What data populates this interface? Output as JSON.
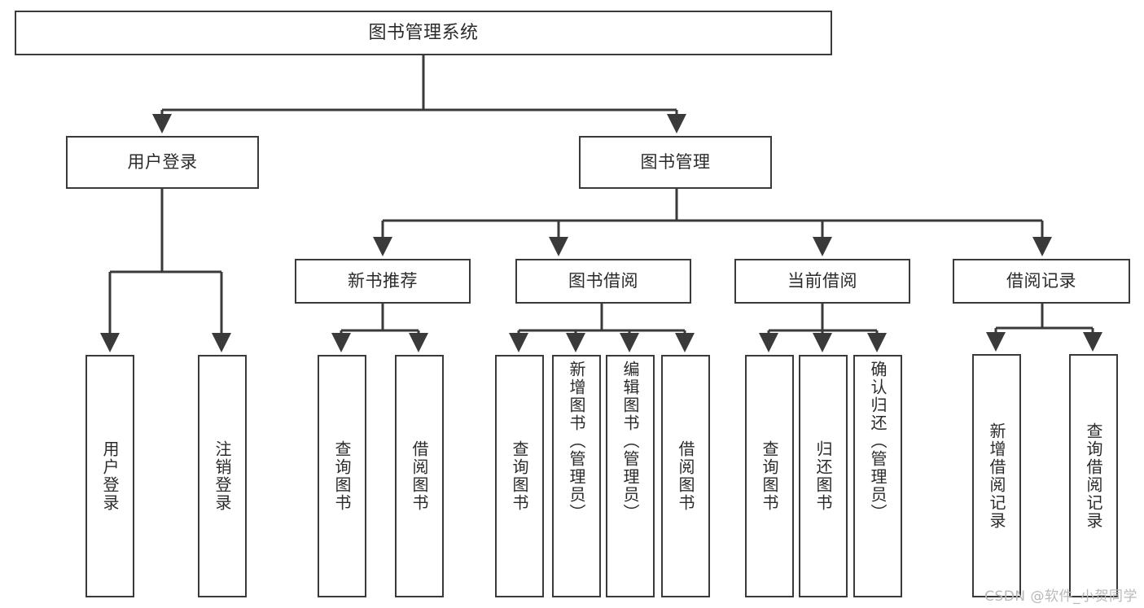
{
  "diagram": {
    "title": "图书管理系统",
    "type": "tree",
    "watermark": "CSDN @软件_小贺同学",
    "colors": {
      "box_border": "#3a3a3a",
      "box_fill": "#ffffff",
      "connector": "#3a3a3a",
      "text": "#2b2b2b",
      "watermark": "#b9b9b9",
      "background": "#ffffff"
    }
  },
  "nodes": {
    "root": {
      "label": "图书管理系统",
      "level": 1
    },
    "level2": [
      {
        "id": "user-login",
        "label": "用户登录"
      },
      {
        "id": "book-manage",
        "label": "图书管理"
      }
    ],
    "level3": [
      {
        "id": "new-book-recommend",
        "label": "新书推荐"
      },
      {
        "id": "book-borrow",
        "label": "图书借阅"
      },
      {
        "id": "current-borrow",
        "label": "当前借阅"
      },
      {
        "id": "borrow-record",
        "label": "借阅记录"
      }
    ],
    "leaves": {
      "user-login": [
        {
          "id": "leaf-user-login",
          "label": "用户登录"
        },
        {
          "id": "leaf-logout",
          "label": "注销登录"
        }
      ],
      "new-book-recommend": [
        {
          "id": "leaf-query-book-1",
          "label": "查询图书"
        },
        {
          "id": "leaf-borrow-book-1",
          "label": "借阅图书"
        }
      ],
      "book-borrow": [
        {
          "id": "leaf-query-book-2",
          "label": "查询图书"
        },
        {
          "id": "leaf-add-book",
          "label": "新增图书（管理员）"
        },
        {
          "id": "leaf-edit-book",
          "label": "编辑图书（管理员）"
        },
        {
          "id": "leaf-borrow-book-2",
          "label": "借阅图书"
        }
      ],
      "current-borrow": [
        {
          "id": "leaf-query-book-3",
          "label": "查询图书"
        },
        {
          "id": "leaf-return-book",
          "label": "归还图书"
        },
        {
          "id": "leaf-confirm-return",
          "label": "确认归还（管理员）"
        }
      ],
      "borrow-record": [
        {
          "id": "leaf-add-record",
          "label": "新增借阅记录"
        },
        {
          "id": "leaf-query-record",
          "label": "查询借阅记录"
        }
      ]
    }
  }
}
